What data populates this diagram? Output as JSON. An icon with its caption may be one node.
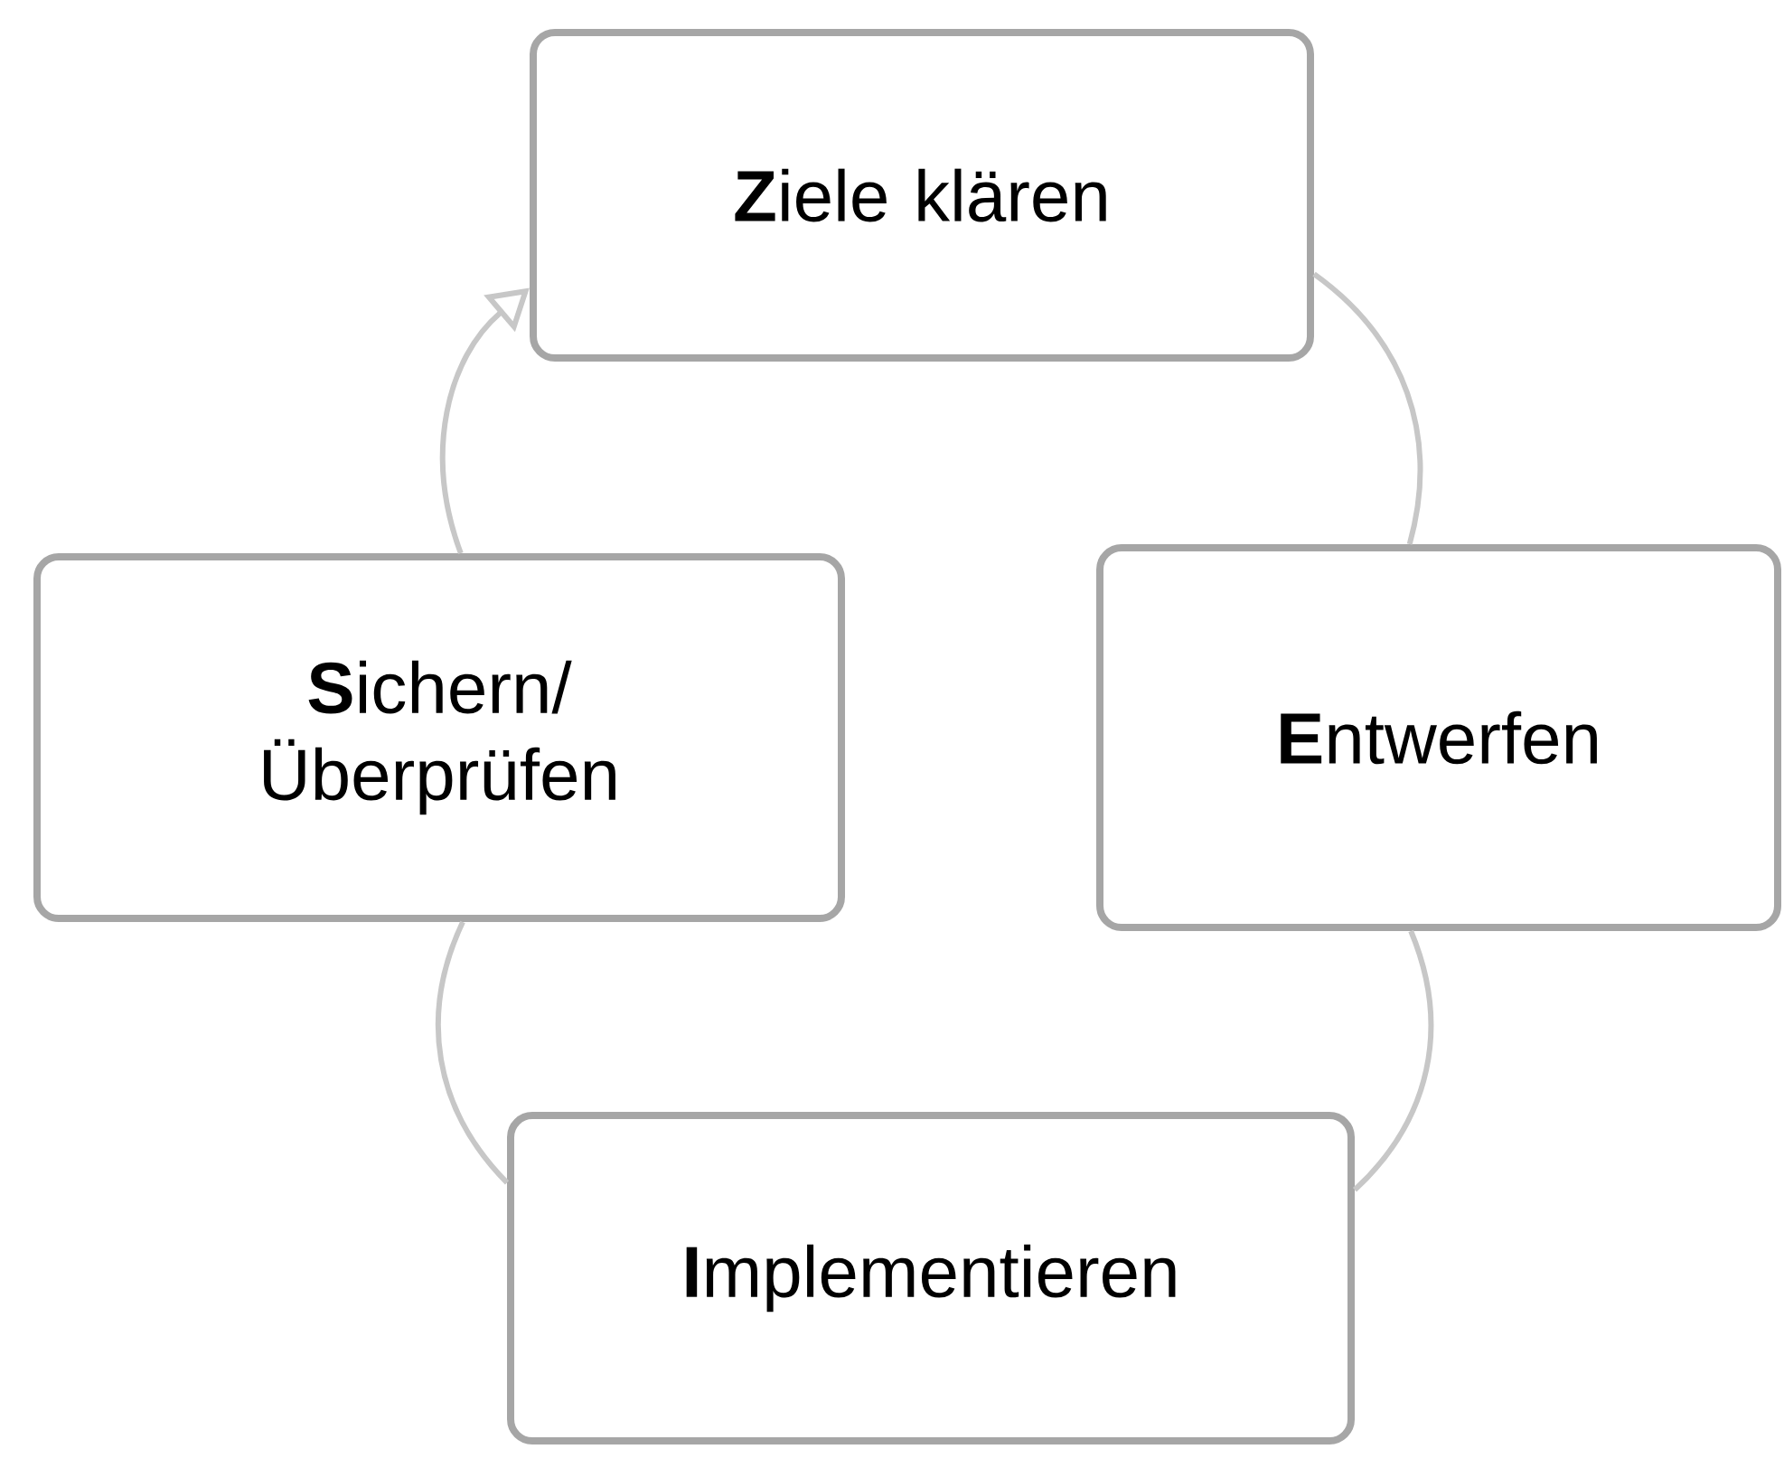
{
  "diagram": {
    "nodes": [
      {
        "text": [
          "**Z**iele klären"
        ]
      },
      {
        "text": [
          "**E**ntwerfen"
        ]
      },
      {
        "text": [
          "**I**mplementieren"
        ]
      },
      {
        "text": [
          "**S**ichern/ Überprüfen"
        ]
      }
    ],
    "edges": [
      {
        "from": 0,
        "to": 1,
        "arrow": "none"
      },
      {
        "from": 1,
        "to": 2,
        "arrow": "none"
      },
      {
        "from": 2,
        "to": 3,
        "arrow": "none"
      },
      {
        "from": 3,
        "to": 0,
        "arrow": "to"
      }
    ]
  }
}
